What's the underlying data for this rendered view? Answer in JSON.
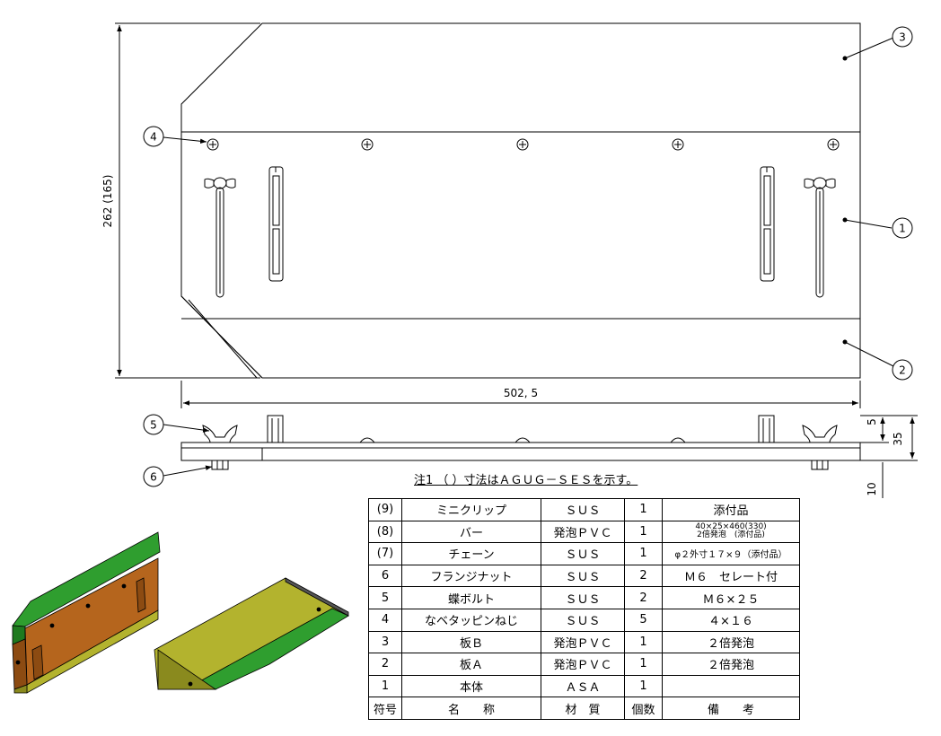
{
  "dimensions": {
    "height": "262 (165)",
    "width": "502, 5",
    "side_5": "5",
    "side_35": "35",
    "side_10": "10"
  },
  "balloons": [
    "1",
    "2",
    "3",
    "4",
    "5",
    "6"
  ],
  "note": "注1 （ ）寸法はＡＧＵＧ－ＳＥＳを示す。",
  "parts_table": {
    "header": {
      "no": "符号",
      "name": "名　　称",
      "material": "材　質",
      "qty": "個数",
      "remarks": "備　　考"
    },
    "rows": [
      {
        "no": "(9)",
        "name": "ミニクリップ",
        "material": "ＳＵＳ",
        "qty": "1",
        "remarks": "添付品"
      },
      {
        "no": "(8)",
        "name": "バー",
        "material": "発泡ＰＶＣ",
        "qty": "1",
        "remarks_line1": "40×25×460(330)",
        "remarks_line2": "2倍発泡　(添付品)"
      },
      {
        "no": "(7)",
        "name": "チェーン",
        "material": "ＳＵＳ",
        "qty": "1",
        "remarks": "φ２外寸１７×９（添付品）"
      },
      {
        "no": "6",
        "name": "フランジナット",
        "material": "ＳＵＳ",
        "qty": "2",
        "remarks": "Ｍ６　セレート付"
      },
      {
        "no": "5",
        "name": "蝶ボルト",
        "material": "ＳＵＳ",
        "qty": "2",
        "remarks": "Ｍ６×２５"
      },
      {
        "no": "4",
        "name": "なベタッピンねじ",
        "material": "ＳＵＳ",
        "qty": "5",
        "remarks": "４×１６"
      },
      {
        "no": "3",
        "name": "板Ｂ",
        "material": "発泡ＰＶＣ",
        "qty": "1",
        "remarks": "２倍発泡"
      },
      {
        "no": "2",
        "name": "板Ａ",
        "material": "発泡ＰＶＣ",
        "qty": "1",
        "remarks": "２倍発泡"
      },
      {
        "no": "1",
        "name": "本体",
        "material": "ＡＳＡ",
        "qty": "1",
        "remarks": ""
      }
    ]
  },
  "colors": {
    "board_green": "#2f9e2f",
    "body_brown": "#b5651d",
    "plate_olive": "#b3b32e",
    "plate_dark": "#8a8a1e"
  }
}
